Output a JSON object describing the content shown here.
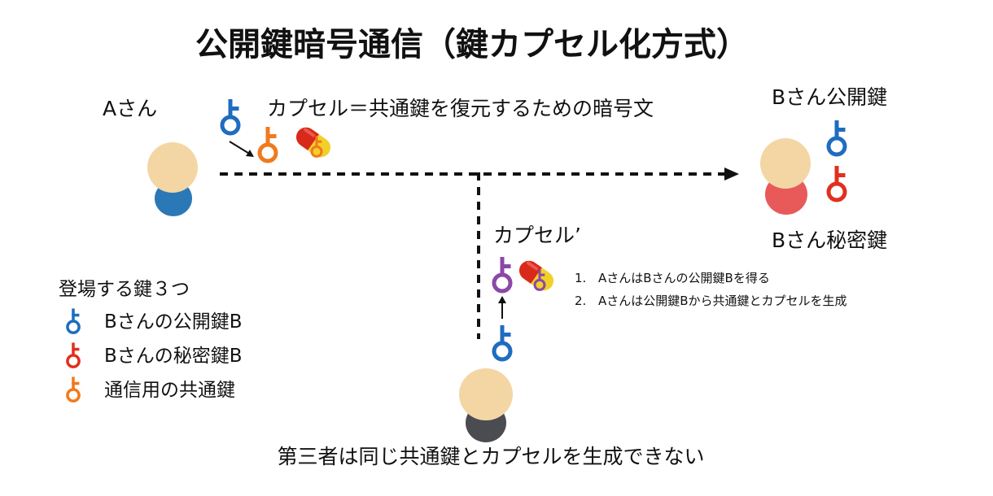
{
  "title": "公開鍵暗号通信（鍵カプセル化方式）",
  "person_a": {
    "label": "Aさん"
  },
  "capsule_caption": "カプセル＝共通鍵を復元するための暗号文",
  "person_b": {
    "public_key_label": "Bさん公開鍵",
    "private_key_label": "Bさん秘密鍵"
  },
  "eavesdropper": {
    "capsule_label": "カプセル’",
    "caption": "第三者は同じ共通鍵とカプセルを生成できない"
  },
  "steps": [
    {
      "num": "1.",
      "text": "AさんはBさんの公開鍵Bを得る"
    },
    {
      "num": "2.",
      "text": "Aさんは公開鍵Bから共通鍵とカプセルを生成"
    }
  ],
  "legend": {
    "title": "登場する鍵３つ",
    "items": [
      {
        "label": "Bさんの公開鍵B",
        "color": "#1f6cc0"
      },
      {
        "label": "Bさんの秘密鍵B",
        "color": "#e0301e"
      },
      {
        "label": "通信用の共通鍵",
        "color": "#f07a1e"
      }
    ]
  },
  "colors": {
    "public_key": "#1f6cc0",
    "private_key": "#e0301e",
    "shared_key": "#f07a1e",
    "fake_key": "#8a48a8",
    "head": "#f3d6a4",
    "body_a": "#2b78b6",
    "body_b": "#e85a5a",
    "body_third": "#4b4b52"
  }
}
